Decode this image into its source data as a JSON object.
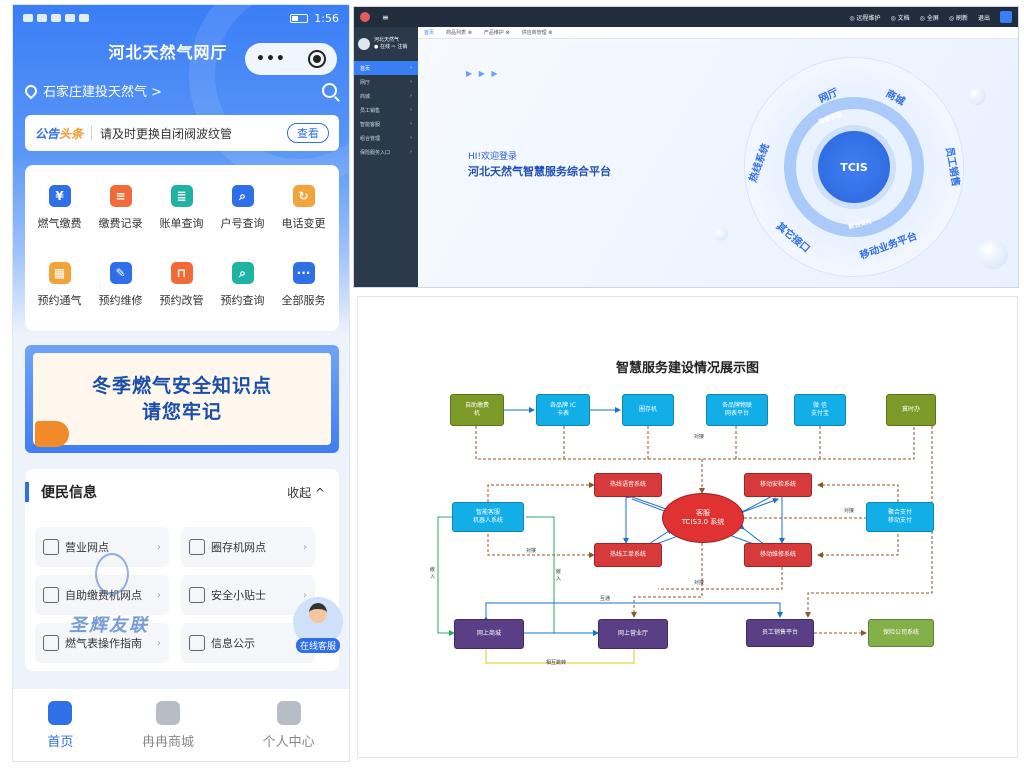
{
  "mobile": {
    "status_time": "1:56",
    "title": "河北天然气网厅",
    "location": "石家庄建投天然气 >",
    "notice": {
      "tag_a": "公告",
      "tag_b": "头条",
      "text": "请及时更换自闭阀波纹管",
      "button": "查看"
    },
    "services": [
      {
        "label": "燃气缴费",
        "icon": "wallet-icon",
        "color": "#2f6fe8",
        "glyph": "¥"
      },
      {
        "label": "缴费记录",
        "icon": "receipt-icon",
        "color": "#f06a3a",
        "glyph": "≡"
      },
      {
        "label": "账单查询",
        "icon": "bill-icon",
        "color": "#1fb3a4",
        "glyph": "≣"
      },
      {
        "label": "户号查询",
        "icon": "account-icon",
        "color": "#2f6fe8",
        "glyph": "⌕"
      },
      {
        "label": "电话变更",
        "icon": "phone-icon",
        "color": "#f2a33a",
        "glyph": "↻"
      },
      {
        "label": "预约通气",
        "icon": "calendar-icon",
        "color": "#f2a33a",
        "glyph": "▦"
      },
      {
        "label": "预约维修",
        "icon": "repair-icon",
        "color": "#2f6fe8",
        "glyph": "✎"
      },
      {
        "label": "预约改管",
        "icon": "pipe-icon",
        "color": "#f06a3a",
        "glyph": "⊓"
      },
      {
        "label": "预约查询",
        "icon": "query-icon",
        "color": "#1fb3a4",
        "glyph": "⌕"
      },
      {
        "label": "全部服务",
        "icon": "more-icon",
        "color": "#2f6fe8",
        "glyph": "···"
      }
    ],
    "banner": {
      "line1": "冬季燃气安全知识点",
      "line2": "请您牢记"
    },
    "info": {
      "title": "便民信息",
      "collapse": "收起 ^",
      "items": [
        "营业网点",
        "圈存机网点",
        "自助缴费机网点",
        "安全小贴士",
        "燃气表操作指南",
        "信息公示"
      ]
    },
    "watermark": "圣辉友联",
    "customer_service": "在线客服",
    "tabs": [
      {
        "label": "首页",
        "active": true
      },
      {
        "label": "冉冉商城",
        "active": false
      },
      {
        "label": "个人中心",
        "active": false
      }
    ]
  },
  "admin": {
    "menu_icon": "≡",
    "top_right": [
      "◎ 远程维护",
      "◎ 文档",
      "◎ 全屏",
      "◎ 刷新",
      "退出"
    ],
    "user": {
      "name": "河北天然气",
      "status": "● 在线  ⇨ 注销"
    },
    "sidebar": [
      {
        "label": "首页",
        "active": true
      },
      {
        "label": "网厅",
        "active": false
      },
      {
        "label": "商城",
        "active": false
      },
      {
        "label": "员工销售",
        "active": false
      },
      {
        "label": "智能客服",
        "active": false
      },
      {
        "label": "组合管理",
        "active": false
      },
      {
        "label": "保险服务入口",
        "active": false
      }
    ],
    "tabs": [
      "首页",
      "商品列表 ⊗",
      "产品维护 ⊗",
      "供应商管理 ⊗"
    ],
    "welcome": "HI!欢迎登录",
    "platform": "河北天然气智慧服务综合平台",
    "wheel": {
      "center": "TCIS",
      "outer": [
        "网厅",
        "商城",
        "员工销售",
        "移动业务平台",
        "其它接口",
        "热线系统"
      ],
      "inner": [
        "智能客服",
        "聚合支付"
      ]
    }
  },
  "diagram": {
    "title": "智慧服务建设情况展示图",
    "nodes": {
      "self_pay": "自助缴费\n机",
      "ic_card": "各品牌 IC\n卡表",
      "quan_cun": "圈存机",
      "iot": "各品牌物联\n网表平台",
      "wechat": "微 信\n支付宝",
      "jishiban": "冀时办",
      "hotline_voice": "热线语音系统",
      "mobile_inspect": "移动安检系统",
      "hub": "客服\nTCIS3.0 系统",
      "robot": "智能客服\n机器人系统",
      "agg_pay": "聚合支付\n移动支付",
      "hotline_ticket": "热线工单系统",
      "mobile_repair": "移动维修系统",
      "mall": "网上商城",
      "hall": "网上营业厅",
      "staff": "员工销售平台",
      "insurance": "保险公司系统"
    },
    "edge_labels": {
      "duijie": "对接",
      "qianru": "嵌入",
      "hutong": "互通",
      "xiang_hu": "相互跳转"
    }
  }
}
